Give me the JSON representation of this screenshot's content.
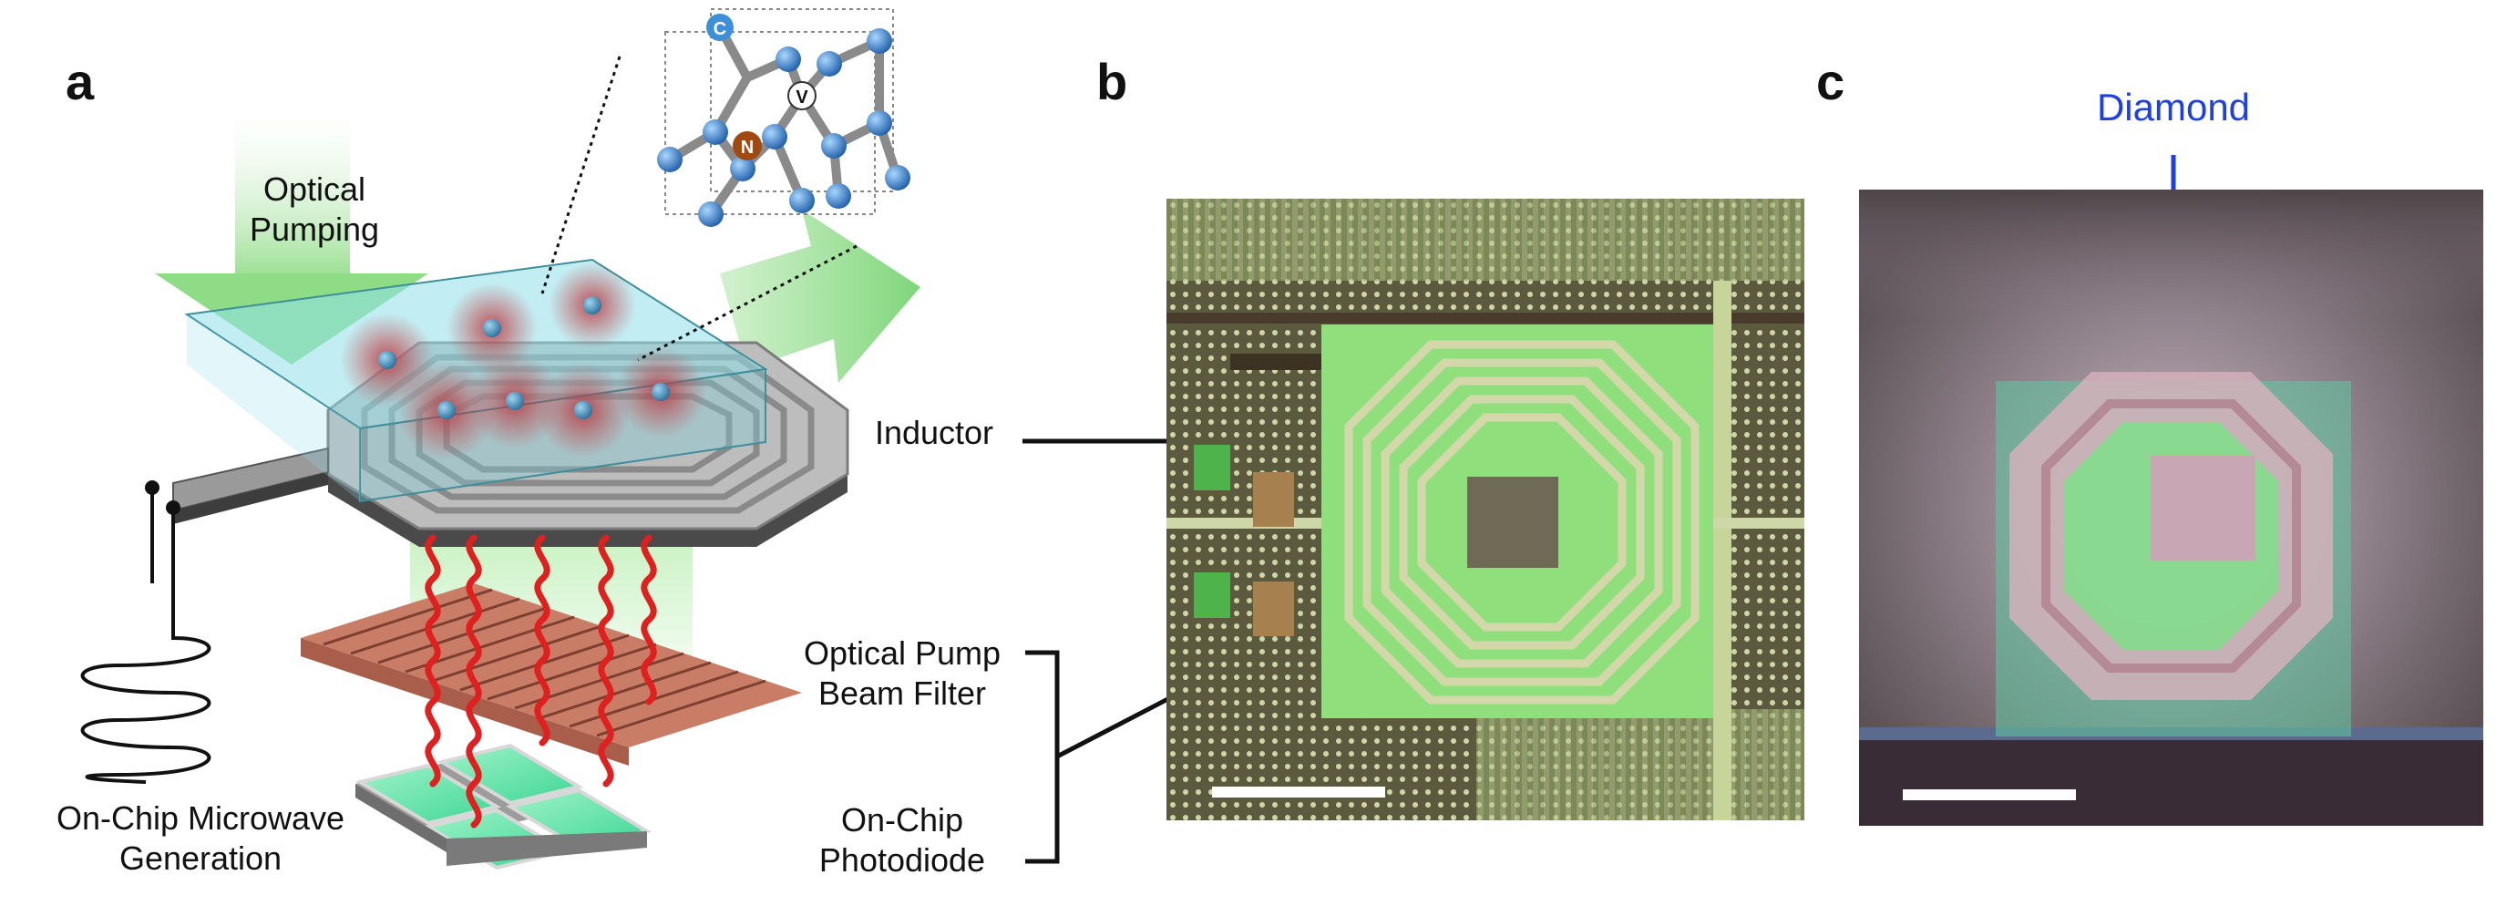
{
  "panels": {
    "a": {
      "letter": "a",
      "optical_pumping": [
        "Optical",
        "Pumping"
      ],
      "microwave": [
        "On-Chip Microwave",
        "Generation"
      ],
      "filter": [
        "Optical Pump",
        "Beam Filter"
      ],
      "photodiode": [
        "On-Chip",
        "Photodiode"
      ],
      "inductor": "Inductor",
      "crystal_atoms": {
        "c": "C",
        "v": "V",
        "n": "N"
      }
    },
    "b": {
      "letter": "b"
    },
    "c": {
      "letter": "c",
      "diamond": "Diamond"
    }
  },
  "colors": {
    "blue_label": "#1f3fe6",
    "laser_red": "#e0201f",
    "pump_green": "#7ed67a",
    "diamond_cyan": "#8fe0ea",
    "carbon_blue": "#3d8fd9",
    "nitrogen_brown": "#a04a12"
  }
}
